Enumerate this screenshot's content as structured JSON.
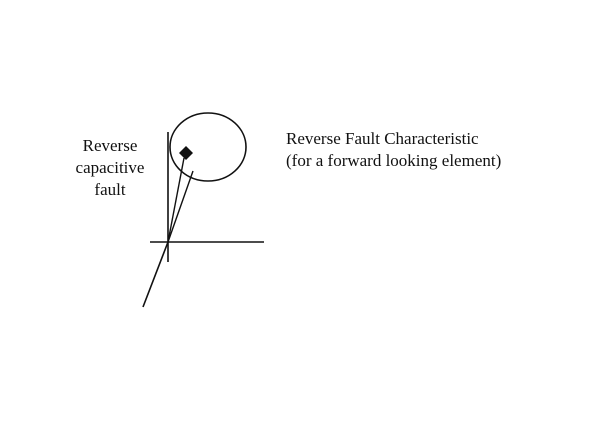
{
  "left_label": {
    "lines": [
      "Reverse",
      "capacitive",
      "fault"
    ]
  },
  "right_label": {
    "lines": [
      "Reverse Fault Characteristic",
      "(for a forward looking element)"
    ]
  },
  "colors": {
    "stroke": "#111111",
    "background": "#ffffff"
  }
}
